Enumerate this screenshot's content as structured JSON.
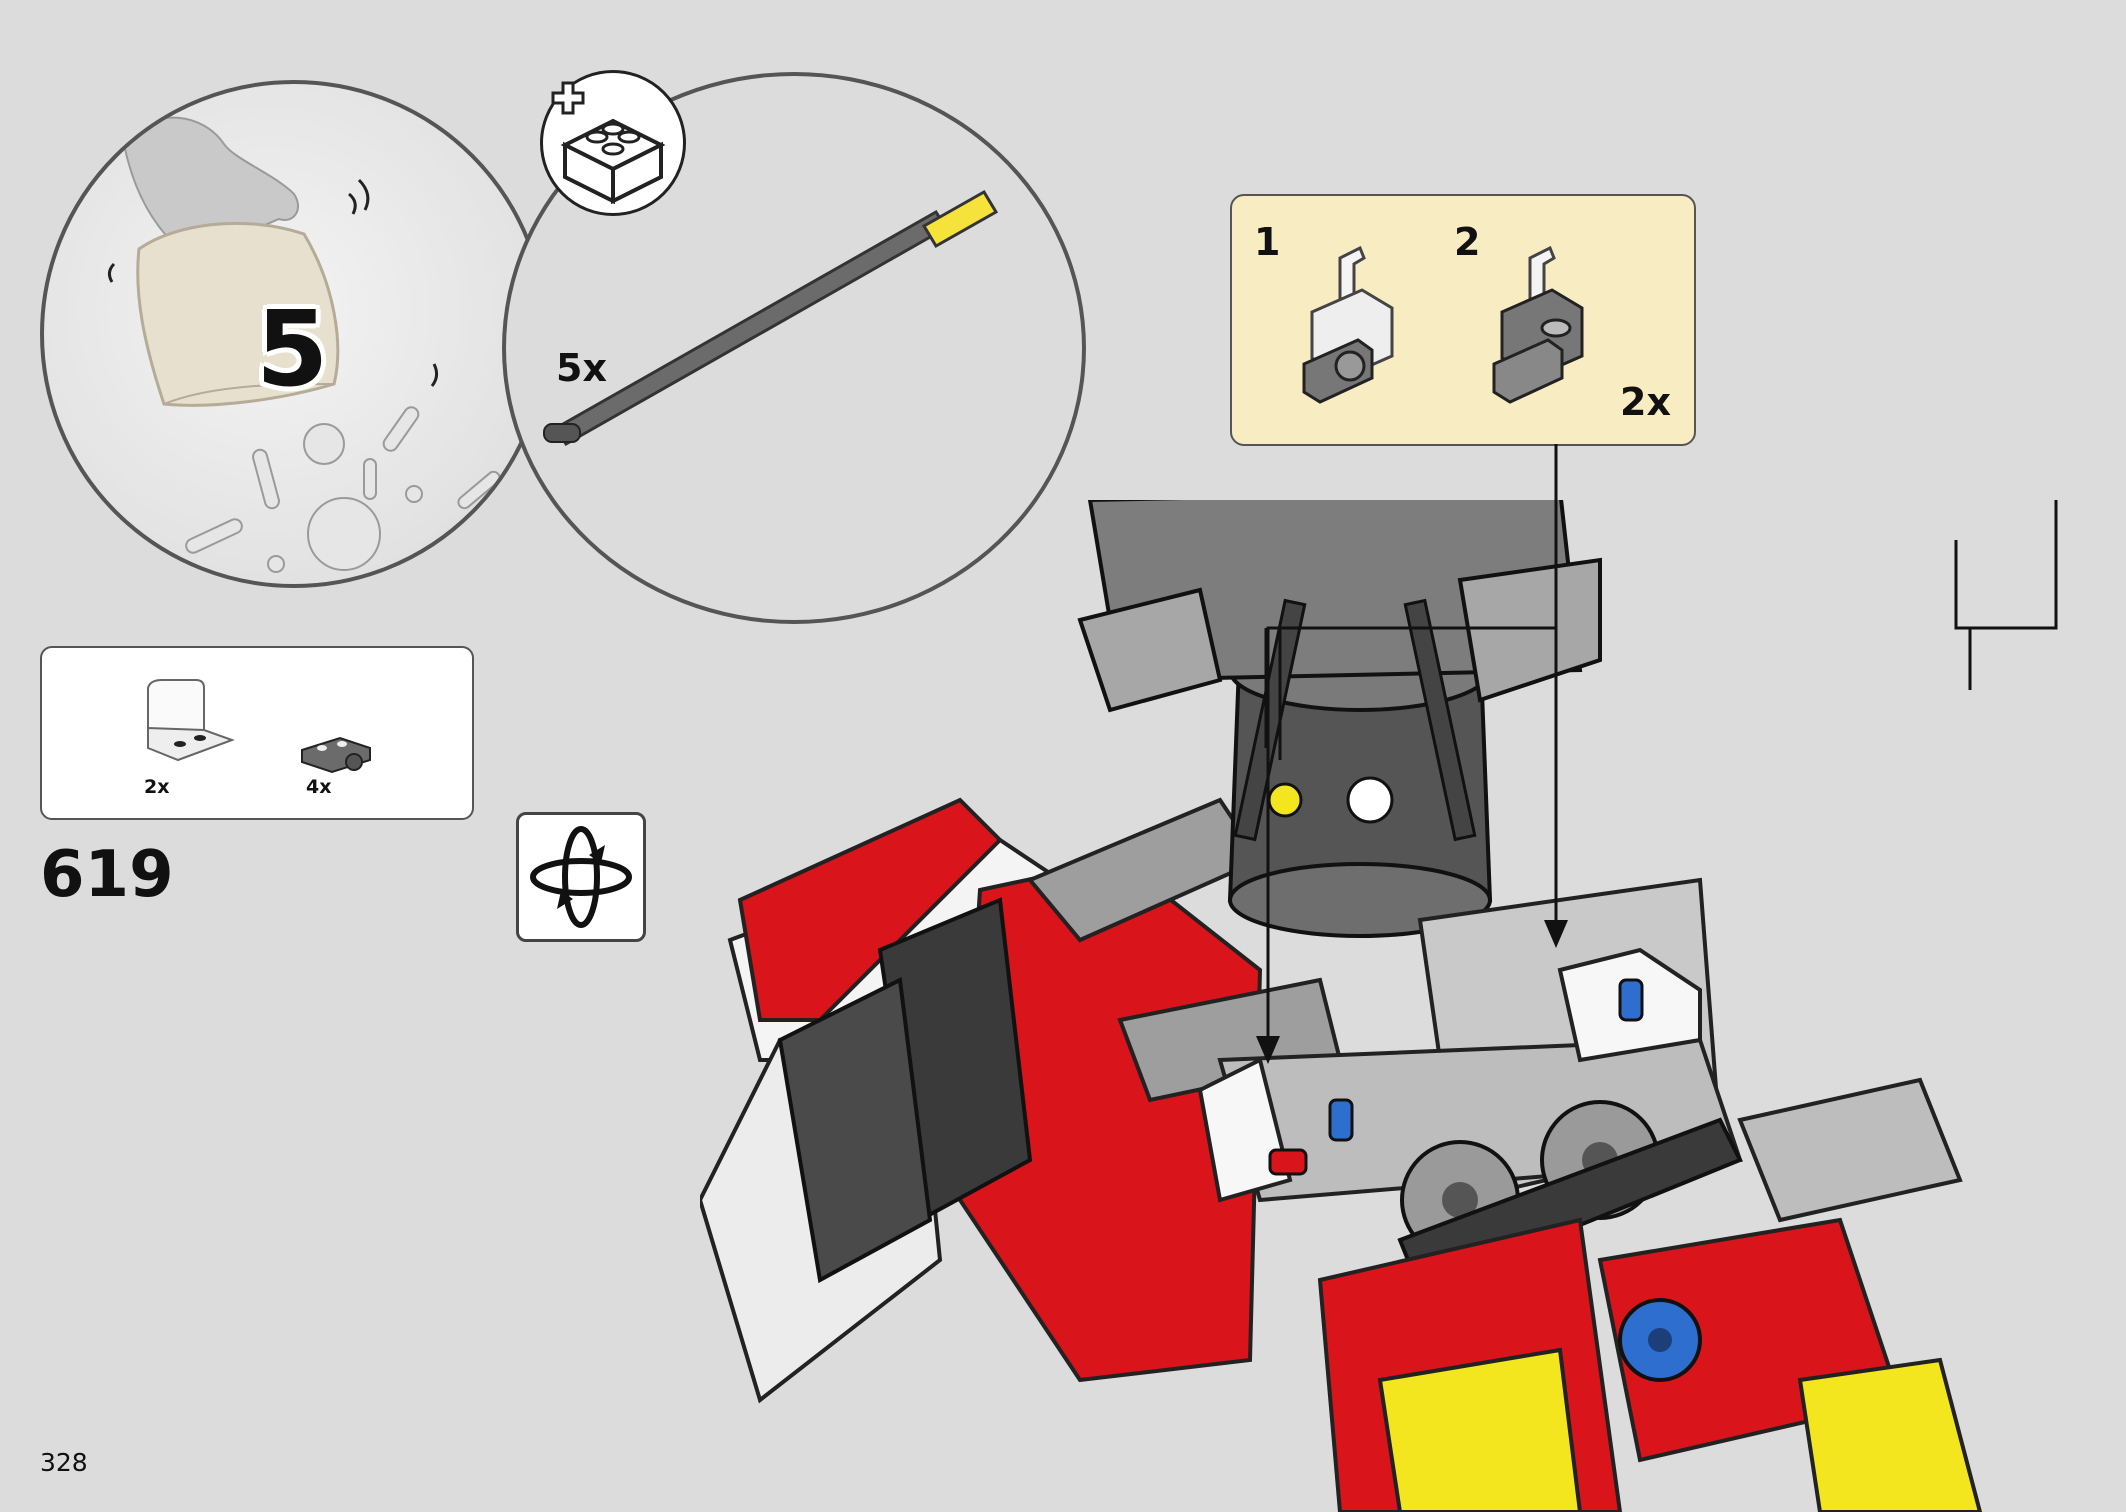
{
  "bag": {
    "number": "5"
  },
  "tool": {
    "quantity": "5x"
  },
  "callout": {
    "steps": [
      {
        "step": "1"
      },
      {
        "step": "2",
        "quantity": "2x"
      }
    ]
  },
  "parts_list": [
    {
      "quantity": "2x",
      "color": "white"
    },
    {
      "quantity": "4x",
      "color": "dark-gray"
    }
  ],
  "step_number": "619",
  "page_number": "328",
  "icons": [
    "hand-icon",
    "bag-icon",
    "add-part-icon",
    "brick-icon",
    "tool-rod-icon",
    "bracket-icon",
    "plate-icon",
    "rotate-model-icon",
    "arrow-icon"
  ],
  "colors": {
    "background": "#dcdcdc",
    "callout_bg": "#f8edc2",
    "model_red": "#d9141b",
    "model_yellow": "#f3e51e",
    "model_blue": "#2e6ecf",
    "tool_tip": "#f5e33c"
  }
}
